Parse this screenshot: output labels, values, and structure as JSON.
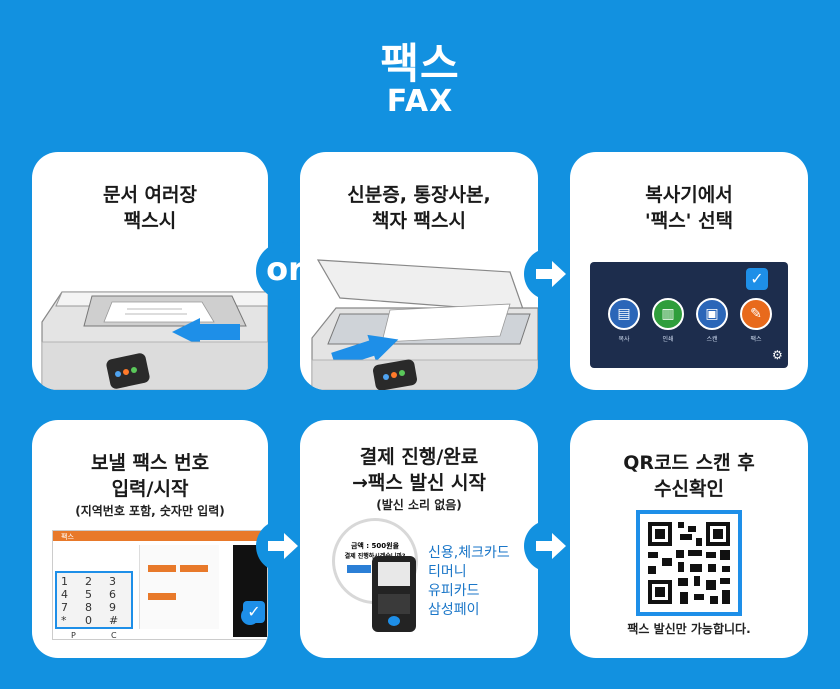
{
  "header": {
    "title_ko": "팩스",
    "title_en": "FAX"
  },
  "connector": {
    "or": "or"
  },
  "steps": [
    {
      "title_lines": [
        "문서 여러장",
        "팩스시"
      ]
    },
    {
      "title_lines": [
        "신분증, 통장사본,",
        "책자 팩스시"
      ]
    },
    {
      "title_lines": [
        "복사기에서",
        "'팩스' 선택"
      ],
      "icons": [
        {
          "name": "copy-icon",
          "label": "복사",
          "color": "#2b66b8"
        },
        {
          "name": "print-icon",
          "label": "인쇄",
          "color": "#2f9e3c"
        },
        {
          "name": "scan-icon",
          "label": "스캔",
          "color": "#2b66b8"
        },
        {
          "name": "fax-icon",
          "label": "팩스",
          "color": "#e86a1c"
        }
      ]
    },
    {
      "title_lines": [
        "보낼 팩스 번호",
        "입력/시작"
      ],
      "note": "(지역번호 포함, 숫자만 입력)",
      "keypad": {
        "keys": [
          "1",
          "2",
          "3",
          "4",
          "5",
          "6",
          "7",
          "8",
          "9",
          "*",
          "0",
          "#"
        ],
        "bottom": [
          "P",
          "C"
        ],
        "panel_title": "팩스"
      }
    },
    {
      "title_lines": [
        "결제 진행/완료",
        "→팩스 발신 시작"
      ],
      "note": "(발신 소리 없음)",
      "bubble": {
        "line1": "금액 : 500원을",
        "line2": "결제 진행하시겠습니까?"
      },
      "payments": [
        "신용,체크카드",
        "티머니",
        "유피카드",
        "삼성페이"
      ]
    },
    {
      "title_lines": [
        "QR코드 스캔 후",
        "수신확인"
      ],
      "caption": "팩스 발신만 가능합니다."
    }
  ],
  "colors": {
    "background": "#1291e0",
    "accent": "#1e8fe8",
    "orange": "#e86a1c"
  }
}
